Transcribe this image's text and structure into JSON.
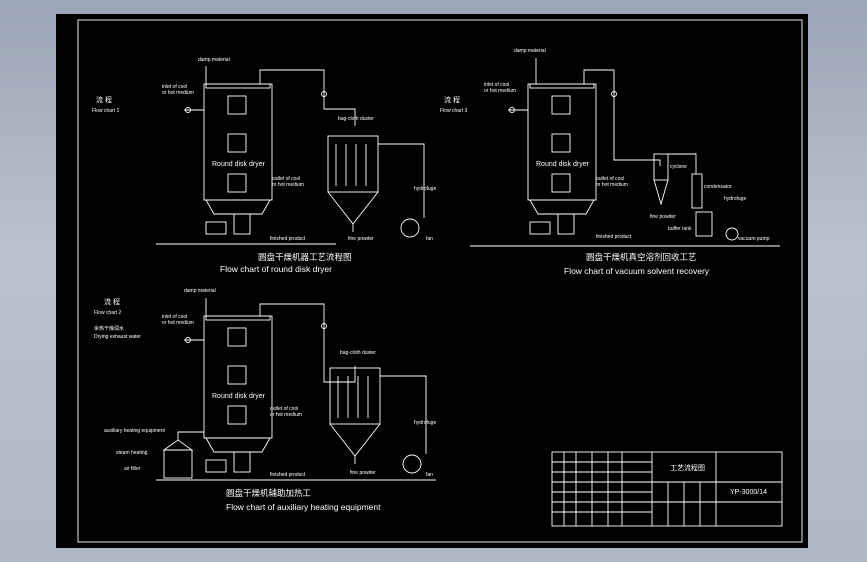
{
  "flow1": {
    "cn_label": "流 程",
    "en_label": "Flow chart 1",
    "damp_material": "damp material",
    "inlet_medium_1": "inlet of cool",
    "inlet_medium_2": "or hot medium",
    "disk_label": "Round disk dryer",
    "outlet_medium_1": "outlet of cool",
    "outlet_medium_2": "or hot medium",
    "finished": "finished product",
    "bag_filter": "bag-cloth duster",
    "fine_powder": "fine powder",
    "hydrofuge": "hydrofuge",
    "fan": "fan",
    "caption_cn": "圆盘干燥机器工艺流程图",
    "caption_en": "Flow chart of round disk dryer"
  },
  "flow3": {
    "cn_label": "流 程",
    "en_label": "Flow chart 3",
    "damp_material": "damp material",
    "inlet_medium_1": "inlet of cool",
    "inlet_medium_2": "or hot medium",
    "disk_label": "Round disk dryer",
    "outlet_medium_1": "outlet of cool",
    "outlet_medium_2": "or hot medium",
    "finished": "finished product",
    "cyclone": "cyclone",
    "condensator": "condensator",
    "fine_powder": "fine powder",
    "buffer_tank": "buffer tank",
    "hydrofuge": "hydrofuge",
    "vacuum_pump": "vacuum pump",
    "caption_cn": "圆盘干燥机真空溶剂回收工艺",
    "caption_en": "Flow chart of vacuum solvent recovery"
  },
  "flow2": {
    "cn_label": "流 程",
    "en_label": "Flow chart 2",
    "exhaust_cn": "余热干燥润水",
    "exhaust_en": "Drying exhaust water",
    "damp_material": "damp material",
    "inlet_medium_1": "inlet of cool",
    "inlet_medium_2": "or hot medium",
    "disk_label": "Round disk dryer",
    "outlet_medium_1": "outlet of cool",
    "outlet_medium_2": "or hot medium",
    "finished": "finished product",
    "aux_heating": "auxiliary heating equipment",
    "steam_heating": "steam heating",
    "air_filter": "air filter",
    "bag_filter": "bag-cloth duster",
    "fine_powder": "fine powder",
    "hydrofuge": "hydrofuge",
    "fan": "fan",
    "caption_cn": "圆盘干燥机辅助加热工",
    "caption_en": "Flow chart of auxiliary heating equipment"
  },
  "title_block": {
    "drawing_title": "工艺流程图",
    "drawing_no": "YP-3000/14"
  }
}
